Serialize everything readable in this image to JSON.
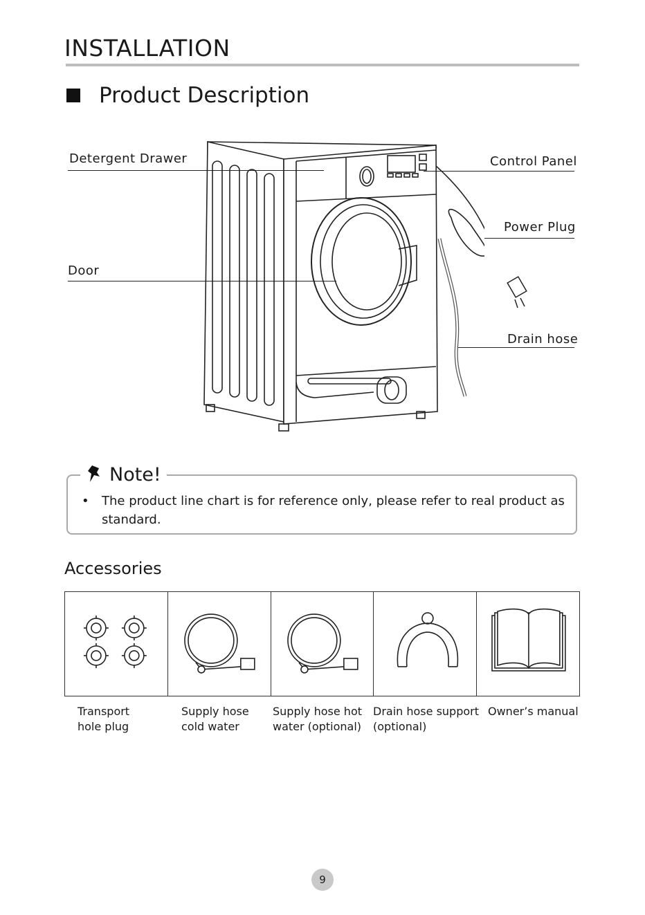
{
  "header": {
    "title": "INSTALLATION"
  },
  "section": {
    "title": "Product Description"
  },
  "diagram": {
    "labels": {
      "detergent_drawer": "Detergent Drawer",
      "door": "Door",
      "control_panel": "Control Panel",
      "power_plug": "Power Plug",
      "drain_hose": "Drain hose"
    }
  },
  "note": {
    "title": "Note!",
    "bullet": "•",
    "text": "The product line chart is for reference only, please refer to real product as standard."
  },
  "accessories": {
    "title": "Accessories",
    "items": [
      {
        "caption": "Transport\nhole plug",
        "icon": "transport-hole-plug-icon"
      },
      {
        "caption": "Supply hose\ncold water",
        "icon": "supply-hose-icon"
      },
      {
        "caption": "Supply hose hot\nwater (optional)",
        "icon": "supply-hose-icon"
      },
      {
        "caption": "Drain hose support\n(optional)",
        "icon": "drain-hose-support-icon"
      },
      {
        "caption": "Owner’s manual",
        "icon": "owners-manual-icon"
      }
    ]
  },
  "footer": {
    "page_number": "9"
  }
}
